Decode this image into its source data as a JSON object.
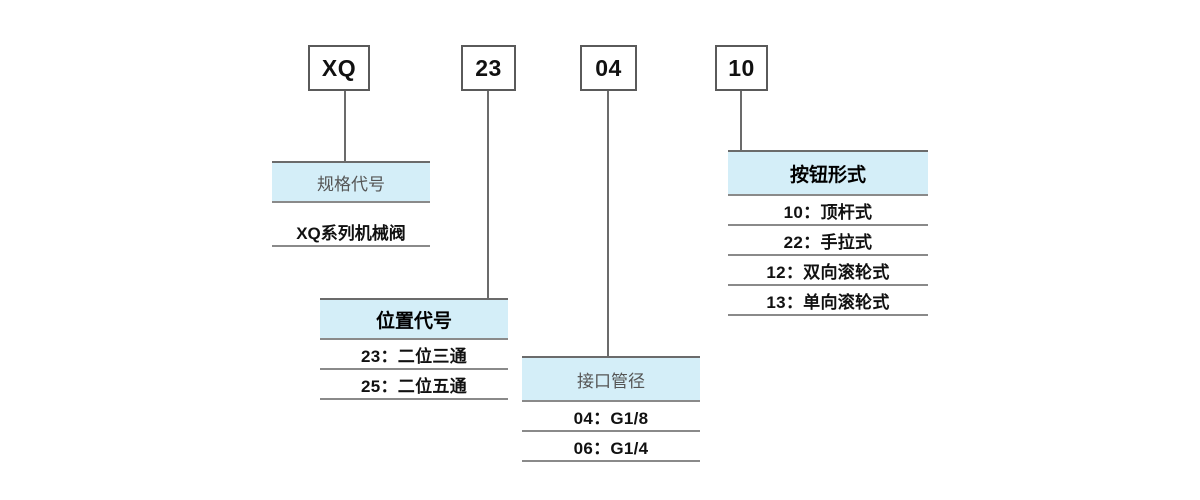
{
  "diagram": {
    "type": "product-code-breakdown",
    "title_code_parts": [
      "XQ",
      "23",
      "04",
      "10"
    ],
    "accent_header_color": "#d4eef8",
    "rule_color": "#8a8a8a",
    "connector_color": "#6b6b6b"
  },
  "groups": [
    {
      "code": "XQ",
      "header": "规格代号",
      "header_style": "light",
      "rows": [
        {
          "text": "XQ系列机械阀"
        }
      ]
    },
    {
      "code": "23",
      "header": "位置代号",
      "header_style": "bold",
      "rows": [
        {
          "text": "23：二位三通"
        },
        {
          "text": "25：二位五通"
        }
      ]
    },
    {
      "code": "04",
      "header": "接口管径",
      "header_style": "light",
      "rows": [
        {
          "text": "04：G1/8"
        },
        {
          "text": "06：G1/4"
        }
      ]
    },
    {
      "code": "10",
      "header": "按钮形式",
      "header_style": "bold",
      "rows": [
        {
          "text": "10：顶杆式"
        },
        {
          "text": "22：手拉式"
        },
        {
          "text": "12：双向滚轮式"
        },
        {
          "text": "13：单向滚轮式"
        }
      ]
    }
  ]
}
